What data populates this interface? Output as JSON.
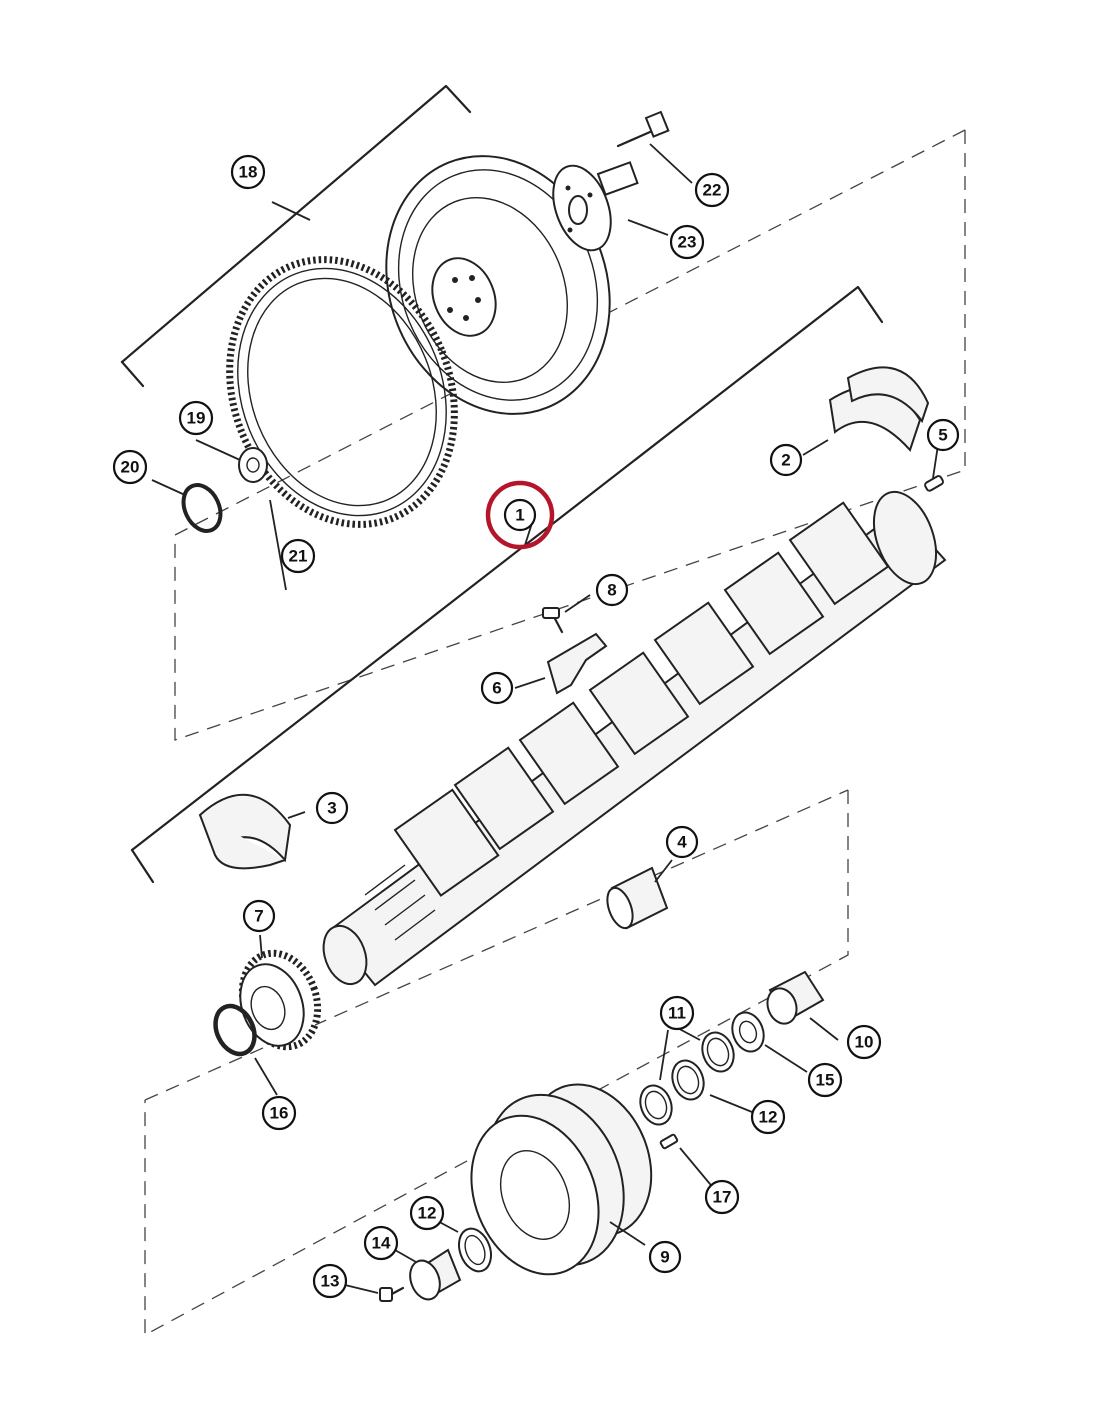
{
  "highlight_color": "#b5152b",
  "highlighted_callout": "1",
  "callouts": [
    {
      "id": "c1",
      "label": "1"
    },
    {
      "id": "c2",
      "label": "2"
    },
    {
      "id": "c3",
      "label": "3"
    },
    {
      "id": "c4",
      "label": "4"
    },
    {
      "id": "c5",
      "label": "5"
    },
    {
      "id": "c6",
      "label": "6"
    },
    {
      "id": "c7",
      "label": "7"
    },
    {
      "id": "c8",
      "label": "8"
    },
    {
      "id": "c9",
      "label": "9"
    },
    {
      "id": "c10",
      "label": "10"
    },
    {
      "id": "c11",
      "label": "11"
    },
    {
      "id": "c12a",
      "label": "12"
    },
    {
      "id": "c12b",
      "label": "12"
    },
    {
      "id": "c13",
      "label": "13"
    },
    {
      "id": "c14",
      "label": "14"
    },
    {
      "id": "c15",
      "label": "15"
    },
    {
      "id": "c16",
      "label": "16"
    },
    {
      "id": "c17",
      "label": "17"
    },
    {
      "id": "c18",
      "label": "18"
    },
    {
      "id": "c19",
      "label": "19"
    },
    {
      "id": "c20",
      "label": "20"
    },
    {
      "id": "c21",
      "label": "21"
    },
    {
      "id": "c22",
      "label": "22"
    },
    {
      "id": "c23",
      "label": "23"
    }
  ]
}
